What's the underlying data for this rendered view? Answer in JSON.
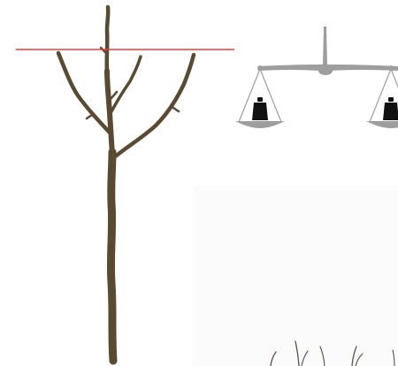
{
  "colors": {
    "background": "#ffffff",
    "trunk": "#5a4a32",
    "trunk_shade": "#3f3322",
    "cut_line": "#e0403a",
    "scale_metal": "#9e9e9e",
    "scale_metal_light": "#c4c4c4",
    "weight": "#111111",
    "grass": "#5a5045"
  },
  "illustration": {
    "tree": "bare-young-tree",
    "cut_line": "red-horizontal-line",
    "scale": "balance-scale",
    "weights": [
      "weight-left",
      "weight-right"
    ],
    "ground": "grass-tufts"
  }
}
